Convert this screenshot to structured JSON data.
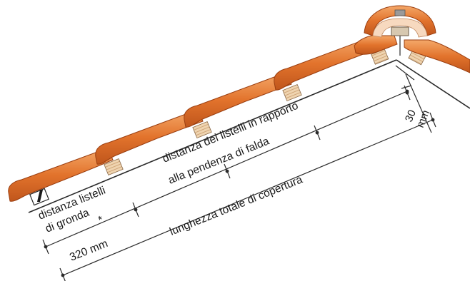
{
  "labels": {
    "eaves_line1": "distanza listelli",
    "eaves_line2": "di gronda",
    "asterisk": "*",
    "eaves_value": "320 mm",
    "spacing_line1": "distanza dei listelli in rapporto",
    "spacing_line2": "alla pendenza di falda",
    "total_length": "lunghezza totale di copertura",
    "ridge_value": "30",
    "ridge_unit": "mm"
  },
  "colors": {
    "tile": "#e2732c",
    "tile_light": "#f2a25c",
    "tile_dark": "#b44a14",
    "batten": "#e8c9a4",
    "line": "#2a2a2a"
  }
}
